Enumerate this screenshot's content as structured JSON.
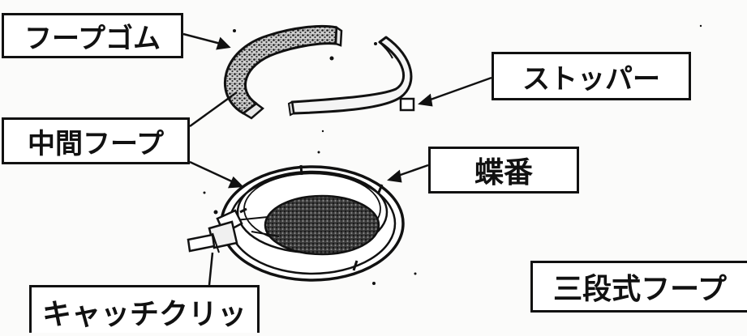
{
  "labels": {
    "hoop_rubber": "フープゴム",
    "stopper": "ストッパー",
    "middle_hoop": "中間フープ",
    "hinge": "蝶番",
    "catch_clip": "キャッチクリッ",
    "title": "三段式フープ"
  },
  "colors": {
    "ink": "#111111",
    "background": "#fbfbfa",
    "label_fill": "#ffffff",
    "rubber_texture": "#2a2a2a"
  }
}
